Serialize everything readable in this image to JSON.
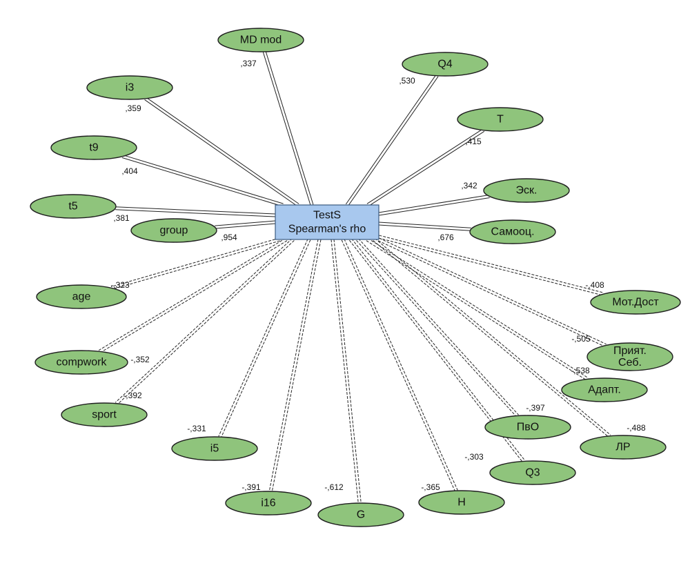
{
  "center": {
    "line1": "TestS",
    "line2": "Spearman's rho"
  },
  "nodes": [
    {
      "id": "md-mod",
      "label": "MD mod",
      "coef": ",337",
      "sign": "pos"
    },
    {
      "id": "q4",
      "label": "Q4",
      "coef": ",530",
      "sign": "pos"
    },
    {
      "id": "i3",
      "label": "i3",
      "coef": ",359",
      "sign": "pos"
    },
    {
      "id": "t",
      "label": "T",
      "coef": ",415",
      "sign": "pos"
    },
    {
      "id": "t9",
      "label": "t9",
      "coef": ",404",
      "sign": "pos"
    },
    {
      "id": "esk",
      "label": "Эск.",
      "coef": ",342",
      "sign": "pos"
    },
    {
      "id": "t5",
      "label": "t5",
      "coef": ",381",
      "sign": "pos"
    },
    {
      "id": "group",
      "label": "group",
      "coef": ",954",
      "sign": "pos"
    },
    {
      "id": "samoots",
      "label": "Самооц.",
      "coef": ",676",
      "sign": "pos"
    },
    {
      "id": "age",
      "label": "age",
      "coef": "-,323",
      "sign": "neg"
    },
    {
      "id": "mot-dost",
      "label": "Мот.Дост",
      "coef": "-,408",
      "sign": "neg"
    },
    {
      "id": "compwork",
      "label": "compwork",
      "coef": "-,352",
      "sign": "neg"
    },
    {
      "id": "priyat-seb",
      "label": "Прият.\nСеб.",
      "coef": "-,505",
      "sign": "neg"
    },
    {
      "id": "adapt",
      "label": "Адапт.",
      "coef": "-,538",
      "sign": "neg"
    },
    {
      "id": "sport",
      "label": "sport",
      "coef": "-,392",
      "sign": "neg"
    },
    {
      "id": "pvo",
      "label": "ПвО",
      "coef": "-,397",
      "sign": "neg"
    },
    {
      "id": "lr",
      "label": "ЛР",
      "coef": "-,488",
      "sign": "neg"
    },
    {
      "id": "i5",
      "label": "i5",
      "coef": "-,331",
      "sign": "neg"
    },
    {
      "id": "q3",
      "label": "Q3",
      "coef": "-,303",
      "sign": "neg"
    },
    {
      "id": "i16",
      "label": "i16",
      "coef": "-,391",
      "sign": "neg"
    },
    {
      "id": "g",
      "label": "G",
      "coef": "-,612",
      "sign": "neg"
    },
    {
      "id": "h",
      "label": "H",
      "coef": "-,365",
      "sign": "neg"
    }
  ],
  "colors": {
    "node_fill": "#8fc47c",
    "center_fill": "#a8c8ee"
  }
}
